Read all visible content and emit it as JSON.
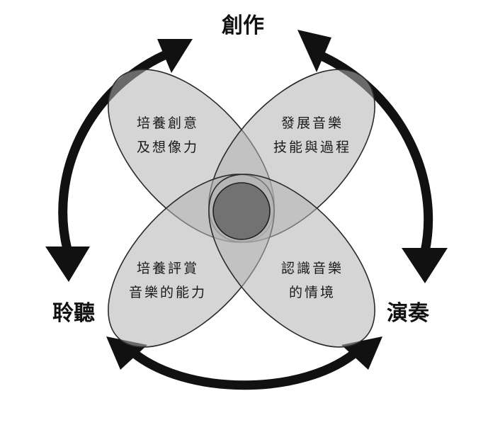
{
  "labels": {
    "top": "創作",
    "left": "聆聽",
    "right": "演奏"
  },
  "petals": {
    "top_left": {
      "line1": "培養創意",
      "line2": "及想像力"
    },
    "top_right": {
      "line1": "發展音樂",
      "line2": "技能與過程"
    },
    "bottom_left": {
      "line1": "培養評賞",
      "line2": "音樂的能力"
    },
    "bottom_right": {
      "line1": "認識音樂",
      "line2": "的情境"
    }
  },
  "colors": {
    "petal_fill": "#b2b2b2",
    "center_fill": "#3a3a3a",
    "arrow": "#111111"
  }
}
